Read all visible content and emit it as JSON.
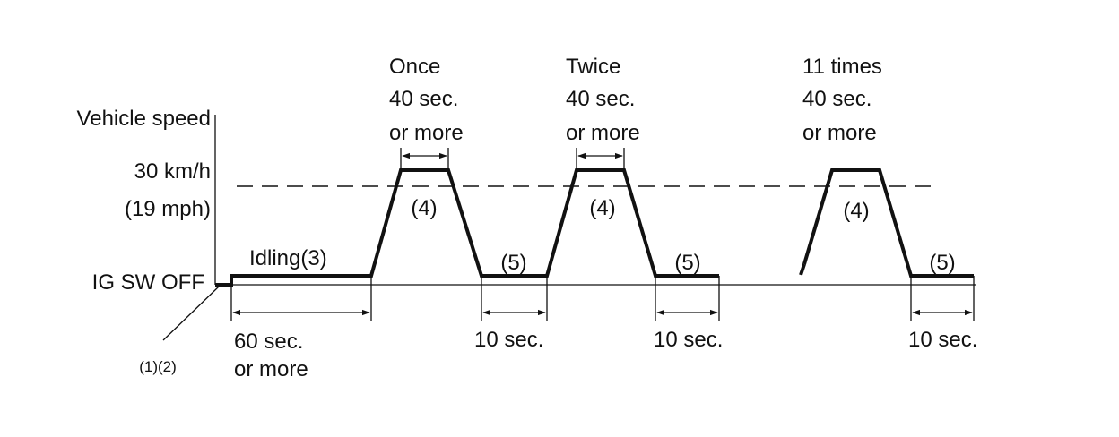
{
  "axis": {
    "y_title": "Vehicle speed",
    "speed_line1": "30 km/h",
    "speed_line2": "(19 mph)",
    "baseline_label": "IG SW OFF"
  },
  "steps": {
    "start_label": "(1)(2)",
    "idling_label": "Idling(3)",
    "cruise_label": "(4)",
    "stop_label": "(5)"
  },
  "cycles": [
    {
      "count": "Once",
      "time": "40 sec.",
      "qualifier": "or more"
    },
    {
      "count": "Twice",
      "time": "40 sec.",
      "qualifier": "or more"
    },
    {
      "count": "11 times",
      "time": "40 sec.",
      "qualifier": "or more"
    }
  ],
  "durations": {
    "idle_time": "60 sec.",
    "idle_qualifier": "or more",
    "stop_time": "10 sec."
  }
}
